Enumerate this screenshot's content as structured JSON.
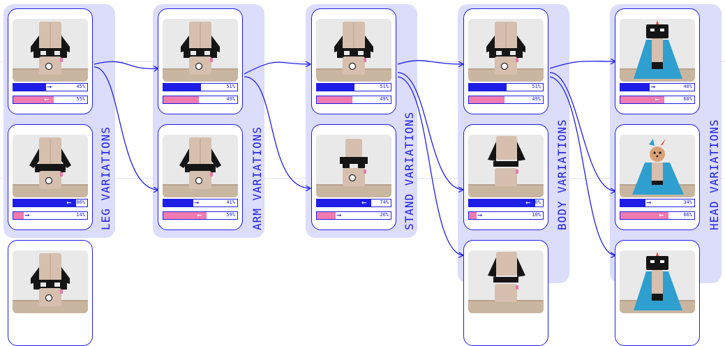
{
  "colors": {
    "accent": "#1e1ee6",
    "pink": "#f07bb0",
    "panel": "#dcdcfb"
  },
  "columns": [
    {
      "title": "LEG VARIATIONS",
      "cards": [
        {
          "bars": [
            {
              "value": 0.45,
              "label": "45%",
              "arrow": "right"
            },
            {
              "value": 0.55,
              "label": "55%",
              "arrow": "left"
            }
          ]
        },
        {
          "bars": [
            {
              "value": 0.86,
              "label": "86%",
              "arrow": "left"
            },
            {
              "value": 0.14,
              "label": "14%",
              "arrow": "right"
            }
          ]
        },
        {
          "bars": []
        }
      ]
    },
    {
      "title": "ARM VARIATIONS",
      "cards": [
        {
          "bars": [
            {
              "value": 0.51,
              "label": "51%"
            },
            {
              "value": 0.49,
              "label": "49%"
            }
          ]
        },
        {
          "bars": [
            {
              "value": 0.41,
              "label": "41%",
              "arrow": "right"
            },
            {
              "value": 0.59,
              "label": "59%",
              "arrow": "left"
            }
          ]
        }
      ]
    },
    {
      "title": "STAND VARIATIONS",
      "cards": [
        {
          "bars": [
            {
              "value": 0.51,
              "label": "51%"
            },
            {
              "value": 0.49,
              "label": "49%"
            }
          ]
        },
        {
          "bars": [
            {
              "value": 0.74,
              "label": "74%",
              "arrow": "left"
            },
            {
              "value": 0.26,
              "label": "26%",
              "arrow": "right"
            }
          ]
        }
      ]
    },
    {
      "title": "BODY VARIATIONS",
      "cards": [
        {
          "bars": [
            {
              "value": 0.51,
              "label": "51%"
            },
            {
              "value": 0.49,
              "label": "49%"
            }
          ]
        },
        {
          "bars": [
            {
              "value": 0.9,
              "label": "90%",
              "arrow": "left"
            },
            {
              "value": 0.1,
              "label": "10%",
              "arrow": "right"
            }
          ]
        },
        {
          "bars": []
        }
      ]
    },
    {
      "title": "HEAD VARIATIONS",
      "cards": [
        {
          "bars": [
            {
              "value": 0.4,
              "label": "40%",
              "arrow": "right"
            },
            {
              "value": 0.6,
              "label": "60%",
              "arrow": "left"
            }
          ]
        },
        {
          "bars": [
            {
              "value": 0.34,
              "label": "34%",
              "arrow": "right"
            },
            {
              "value": 0.66,
              "label": "66%",
              "arrow": "left"
            }
          ]
        },
        {
          "bars": []
        }
      ]
    }
  ]
}
